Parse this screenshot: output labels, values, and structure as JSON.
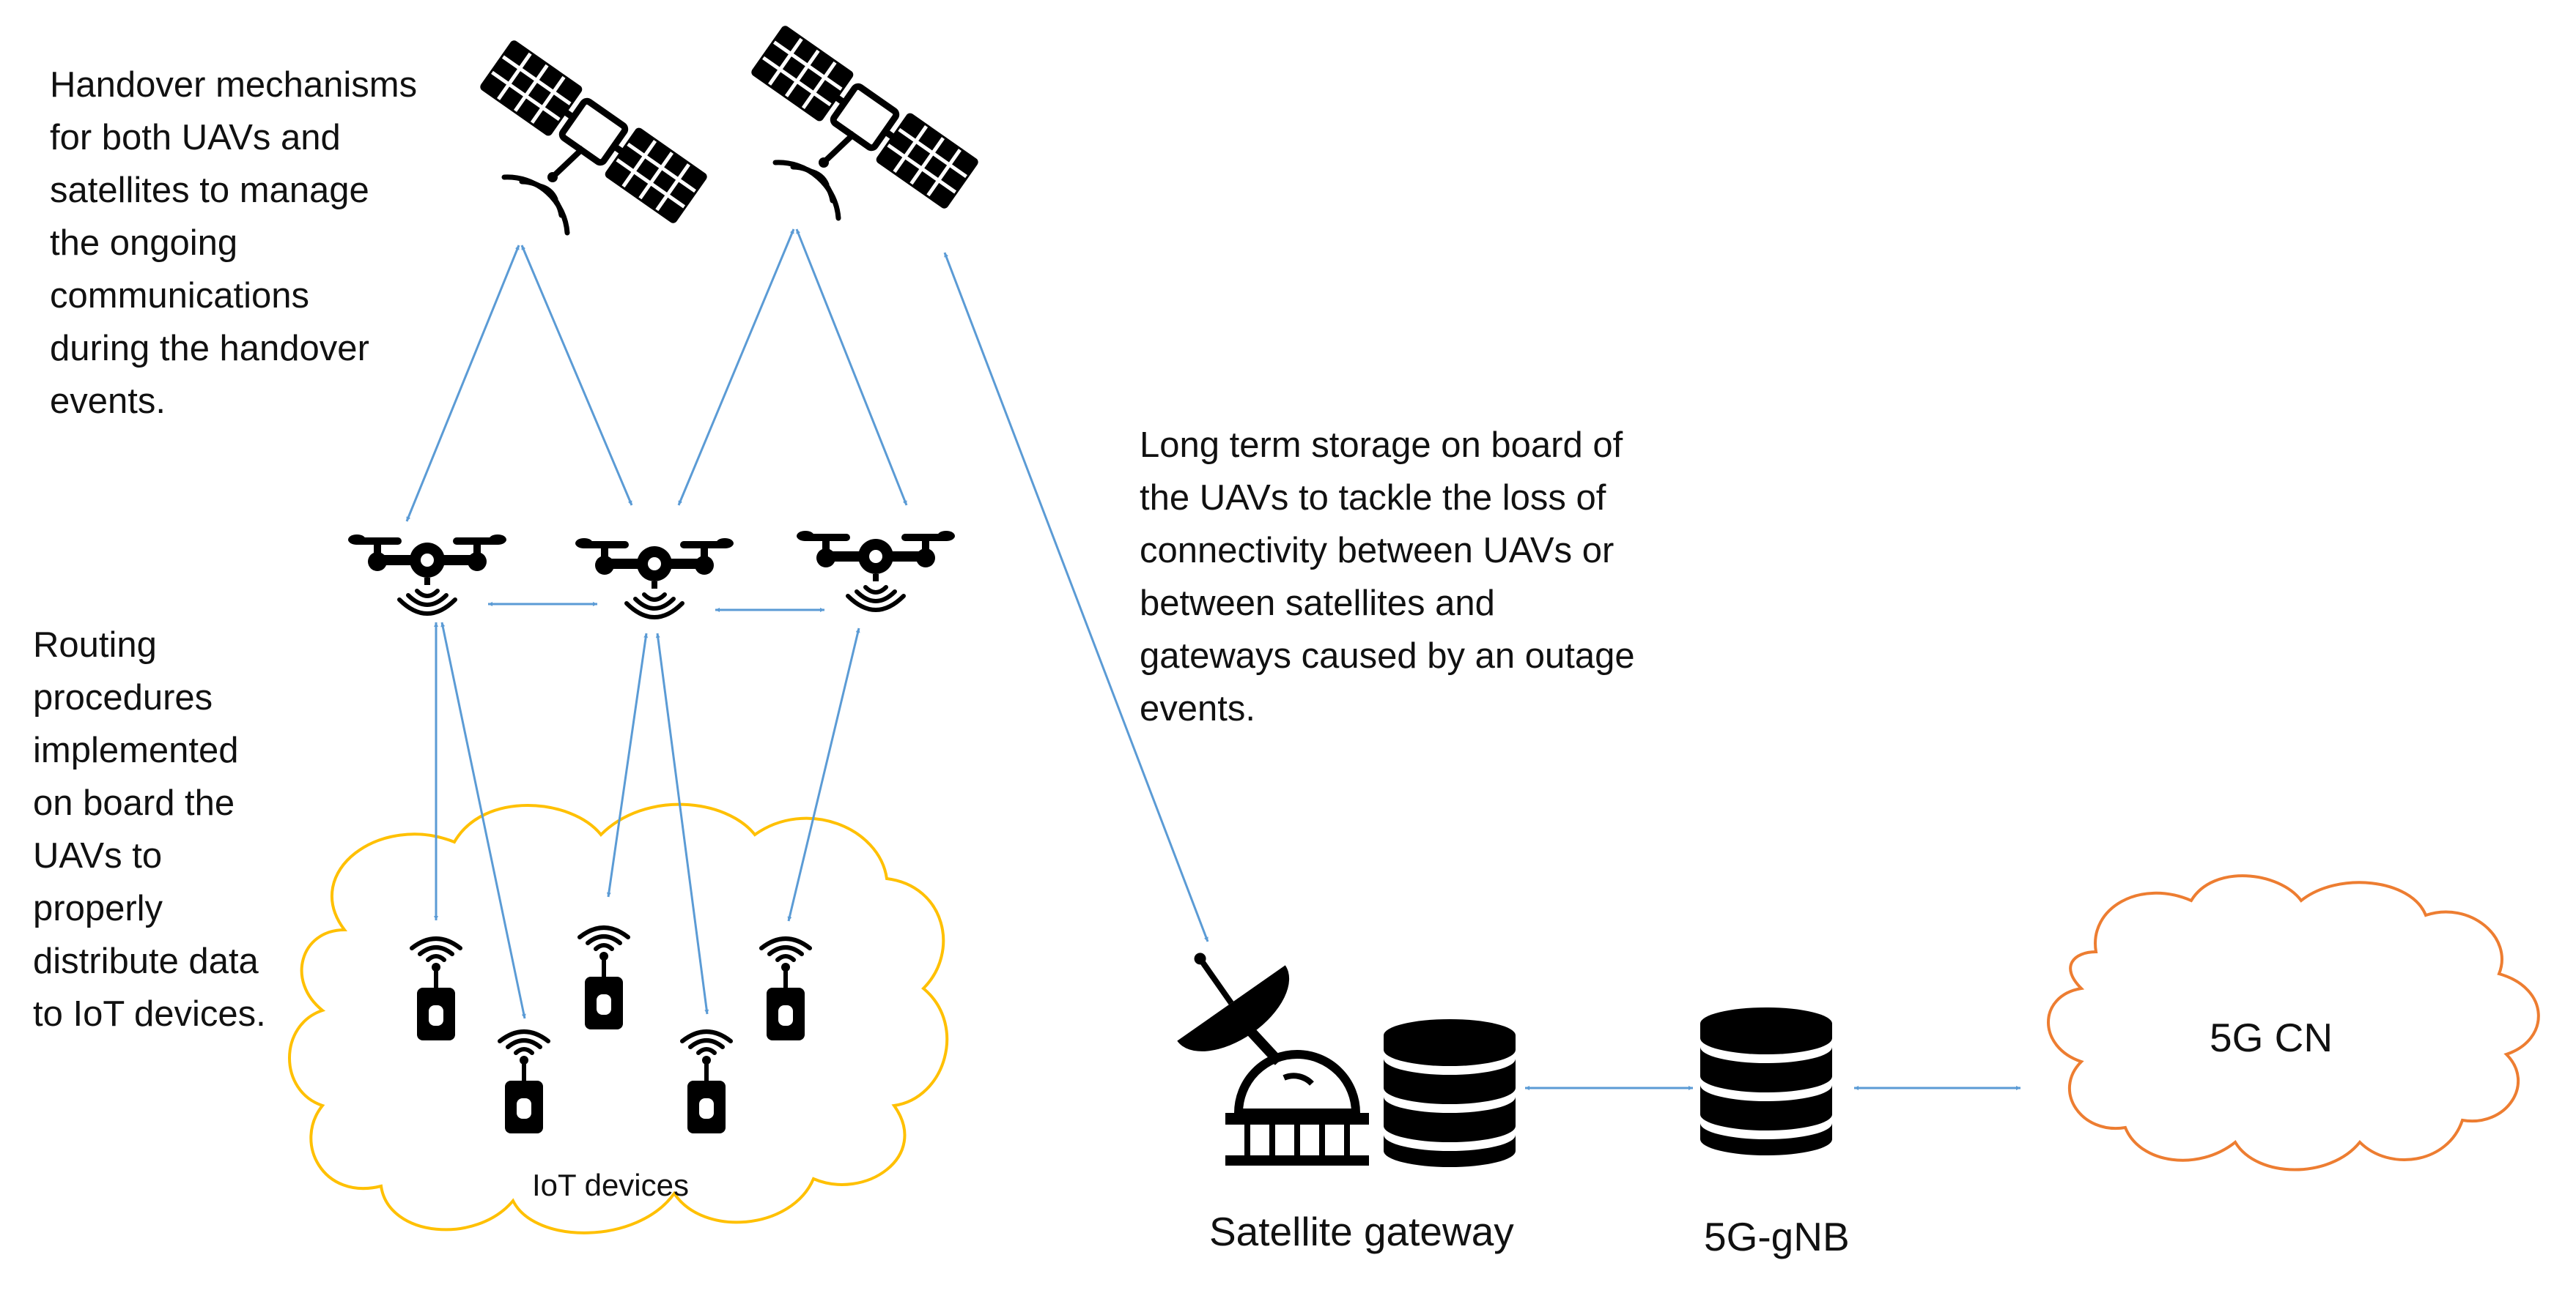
{
  "colors": {
    "link": "#5b9bd5",
    "iot_cloud": "#ffc000",
    "core_cloud": "#ed7d31",
    "icon": "#000000",
    "text": "#111111"
  },
  "notes": {
    "handover": "Handover mechanisms\nfor both UAVs and\nsatellites to manage\nthe ongoing\ncommunications\nduring the handover\nevents.",
    "routing": "Routing\nprocedures\nimplemented\non board the\nUAVs to\nproperly\ndistribute data\nto IoT devices.",
    "storage": "Long term storage on board of\nthe UAVs to tackle the loss of\nconnectivity between UAVs or\nbetween satellites and\ngateways caused by an outage\nevents."
  },
  "labels": {
    "iot_devices": "IoT devices",
    "satellite_gateway": "Satellite gateway",
    "gnb": "5G-gNB",
    "core_network": "5G CN"
  },
  "icons": {
    "satellite": "satellite-icon",
    "drone": "drone-icon",
    "iot_device": "iot-device-icon",
    "ground_station": "satellite-dish-icon",
    "server": "server-stack-icon",
    "cloud": "cloud-icon"
  }
}
